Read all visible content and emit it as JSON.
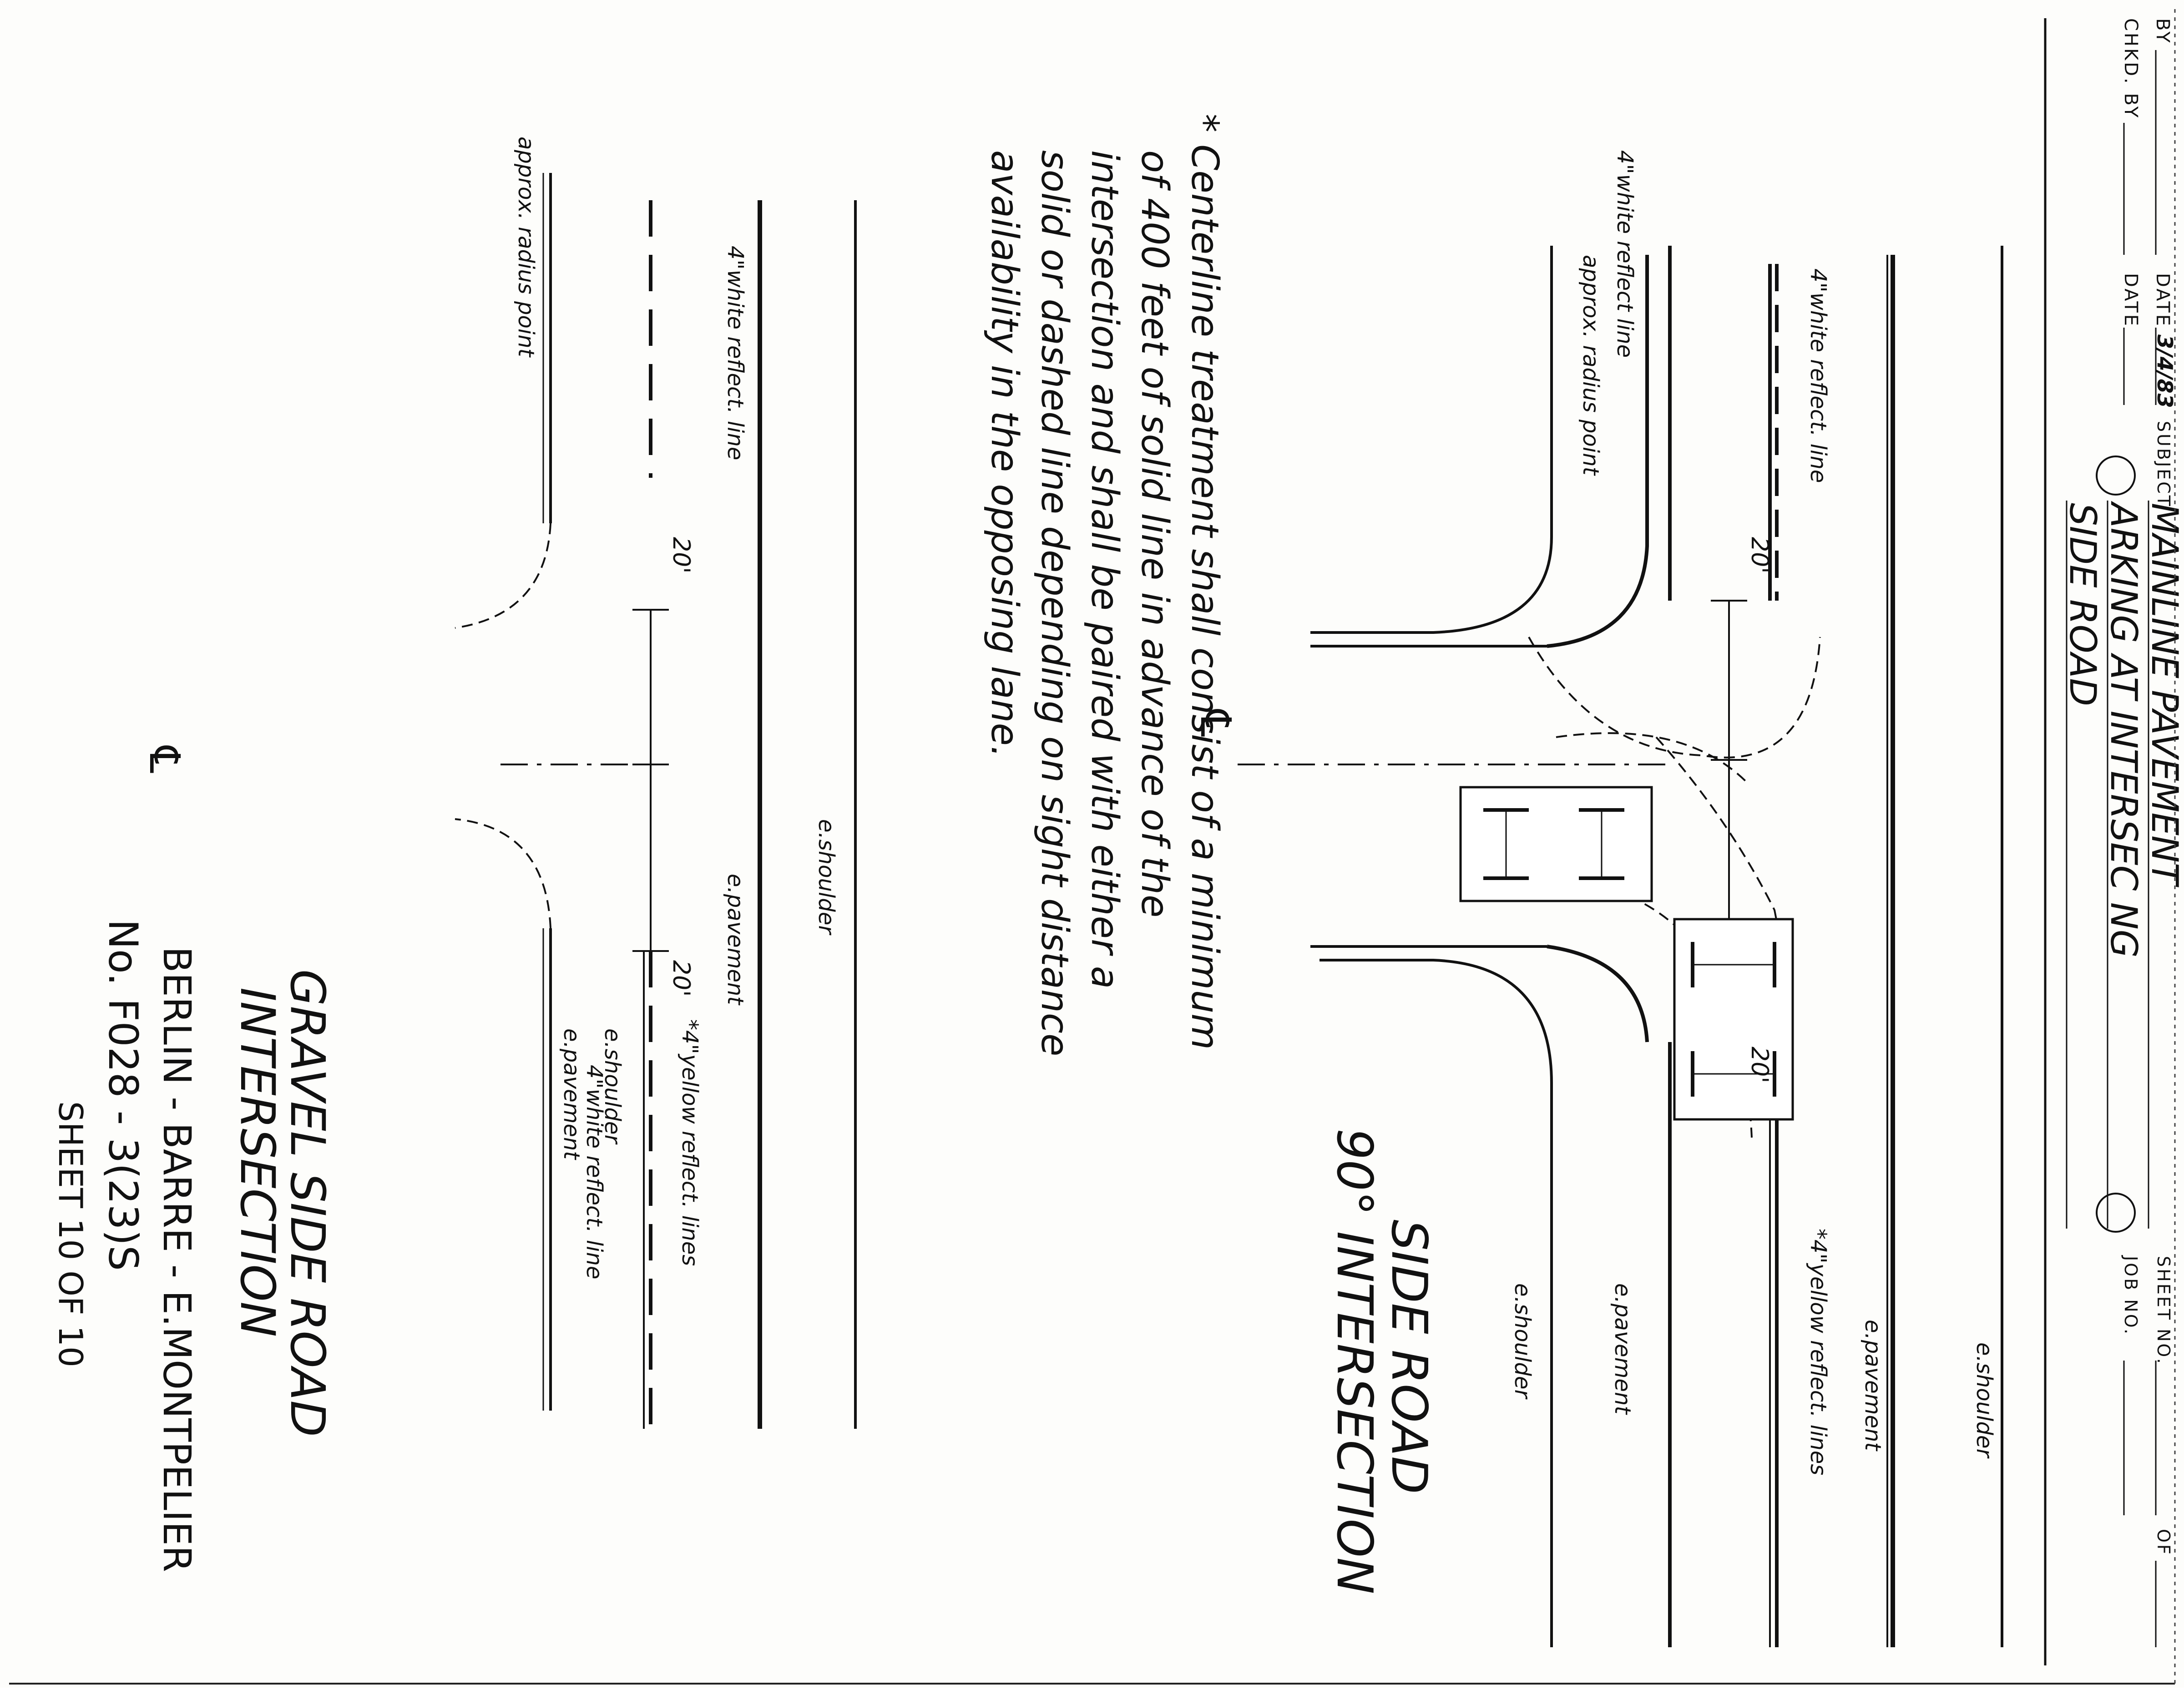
{
  "title_block": {
    "by_label": "BY",
    "date_label": "DATE",
    "date_value": "3/4/83",
    "chkd_by_label": "CHKD. BY",
    "date2_label": "DATE",
    "subject_label": "SUBJECT",
    "subject_line1": "MAINLINE PAVEMENT",
    "subject_line2": "ARKING AT INTERSEC NG",
    "subject_line3": "SIDE ROAD",
    "sheet_no_label": "SHEET NO.",
    "of_label": "OF",
    "job_no_label": "JOB NO."
  },
  "side_road_90": {
    "title_line1": "SIDE ROAD",
    "title_line2": "90° INTERSECTION",
    "labels": {
      "e_shoulder_top": "e.shoulder",
      "e_pavement_top": "e.pavement",
      "yellow_lines": "*4\"yellow reflect. lines",
      "white_line_left": "4\"white reflect. line",
      "white_line_outer": "4\"white reflect line",
      "radius": "approx. radius point",
      "e_pavement_bottom": "e.pavement",
      "e_shoulder_bottom": "e.shoulder",
      "dim_left": "20'",
      "dim_right": "20'"
    }
  },
  "note": {
    "line1": "* Centerline treatment shall consist of a minimum",
    "line2": "of 400 feet of solid line in advance of the",
    "line3": "intersection and shall be paired with either a",
    "line4": "solid or dashed line depending on sight distance",
    "line5": "availability in the opposing lane."
  },
  "gravel_side_road": {
    "title_line1": "GRAVEL SIDE ROAD",
    "title_line2": "INTERSECTION",
    "labels": {
      "e_shoulder_top": "e.shoulder",
      "e_pavement_top": "e.pavement",
      "yellow_lines": "*4\"yellow reflect. lines",
      "white_line_left": "4\"white reflect. line",
      "white_line_right": "4\"white reflect. line",
      "radius": "approx. radius point",
      "e_pavement_bottom": "e.pavement",
      "e_shoulder_bottom": "e.shoulder",
      "dim_left": "20'",
      "dim_right": "20'"
    }
  },
  "project": {
    "line1": "BERLIN - BARRE - E.MONTPELIER",
    "line2": "No. F028 - 3(23)S",
    "line3": "SHEET 10 OF 10"
  },
  "centerline_symbol": "℄"
}
